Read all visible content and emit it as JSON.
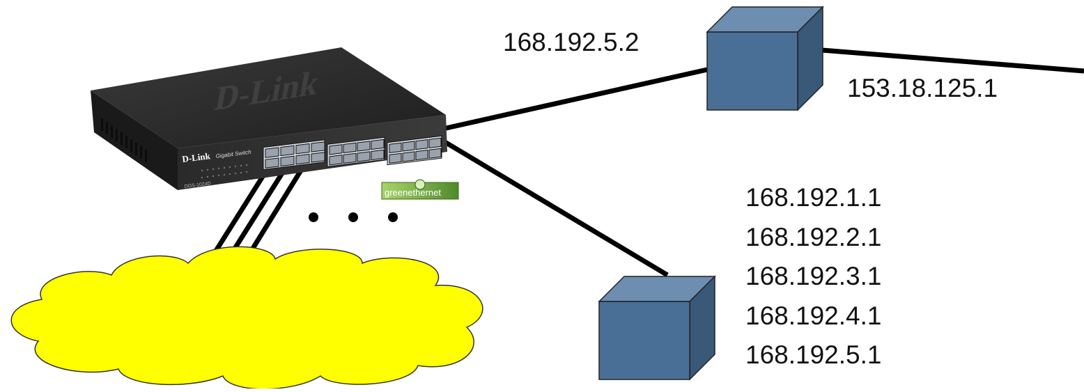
{
  "labels": {
    "gateway_lan_ip": "168.192.5.2",
    "gateway_wan_ip": "153.18.125.1",
    "router_ips": [
      "168.192.1.1",
      "168.192.2.1",
      "168.192.3.1",
      "168.192.4.1",
      "168.192.5.1"
    ]
  },
  "switch": {
    "brand_logo": "D-Link",
    "model_text": "Gigabit Switch",
    "model_number": "DGS-1024D",
    "badge": "greenethernet"
  },
  "ellipsis": "• • •",
  "colors": {
    "box_front": "#4a6f97",
    "box_top": "#6d8db1",
    "box_side": "#3a5878",
    "cloud_fill": "#ffff00",
    "switch_body": "#2c2c2c",
    "cable": "#000000"
  }
}
